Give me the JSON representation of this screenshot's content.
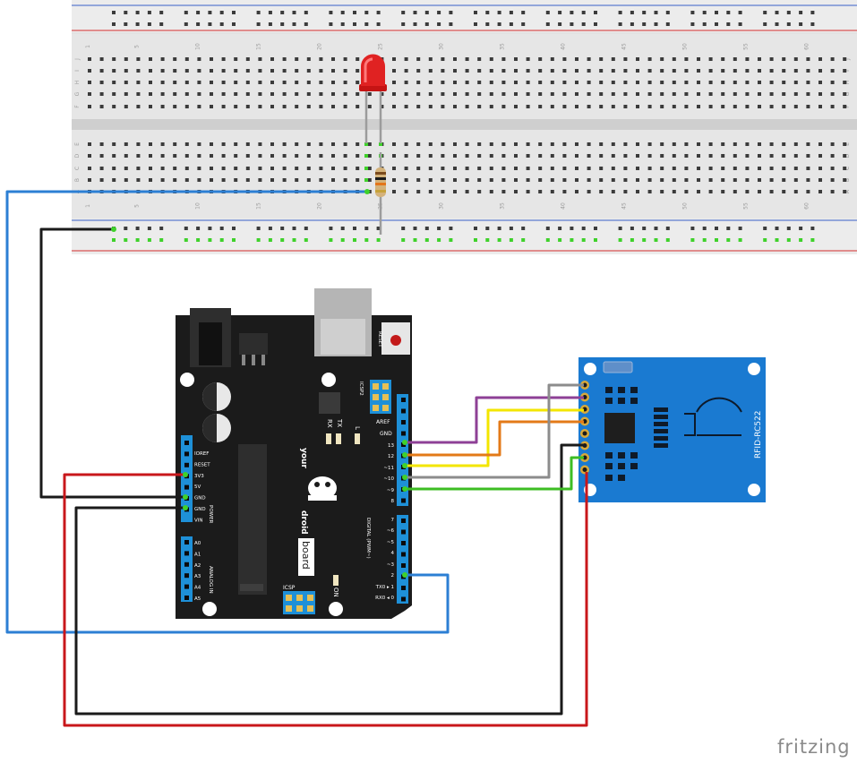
{
  "breadboard": {
    "col_numbers": [
      "1",
      "5",
      "10",
      "15",
      "20",
      "25",
      "30",
      "35",
      "40",
      "45",
      "50",
      "55",
      "60"
    ],
    "rows_top": [
      "J",
      "I",
      "H",
      "G",
      "F"
    ],
    "rows_bottom": [
      "E",
      "D",
      "C",
      "B",
      "A"
    ]
  },
  "arduino": {
    "reset_label": "RESET",
    "icsp2_label": "ICSP2",
    "tx_label": "TX",
    "rx_label": "RX",
    "l_label": "L",
    "aref_label": "AREF",
    "gnd_label": "GND",
    "digital_pins": [
      "13",
      "12",
      "~11",
      "~10",
      "~9",
      "8",
      "7",
      "~6",
      "~5",
      "4",
      "~3",
      "2",
      "TX0 ▸ 1",
      "RX0 ◂ 0"
    ],
    "digital_label": "DIGITAL (PWM~)",
    "power_pins": [
      "IOREF",
      "RESET",
      "3V3",
      "5V",
      "GND",
      "GND",
      "VIN"
    ],
    "power_label": "POWER",
    "analog_pins": [
      "A0",
      "A1",
      "A2",
      "A3",
      "A4",
      "A5"
    ],
    "analog_label": "ANALOG IN",
    "brand_your": "your",
    "brand_droid": "droid",
    "brand_board": "board",
    "icsp_label": "ICSP",
    "on_label": "ON"
  },
  "rfid": {
    "label": "RFID-RC522"
  },
  "watermark": "fritzing",
  "colors": {
    "board": "#1b1b1b",
    "header": "#1e90d8",
    "rfid": "#1a7ad1",
    "wire_blue": "#2c7fd4",
    "wire_black": "#1a1a1a",
    "wire_red": "#c8171b",
    "wire_purple": "#8e4096",
    "wire_yellow": "#f3e600",
    "wire_orange": "#e37a18",
    "wire_gray": "#8c8c8c",
    "wire_green": "#3dbd23"
  }
}
